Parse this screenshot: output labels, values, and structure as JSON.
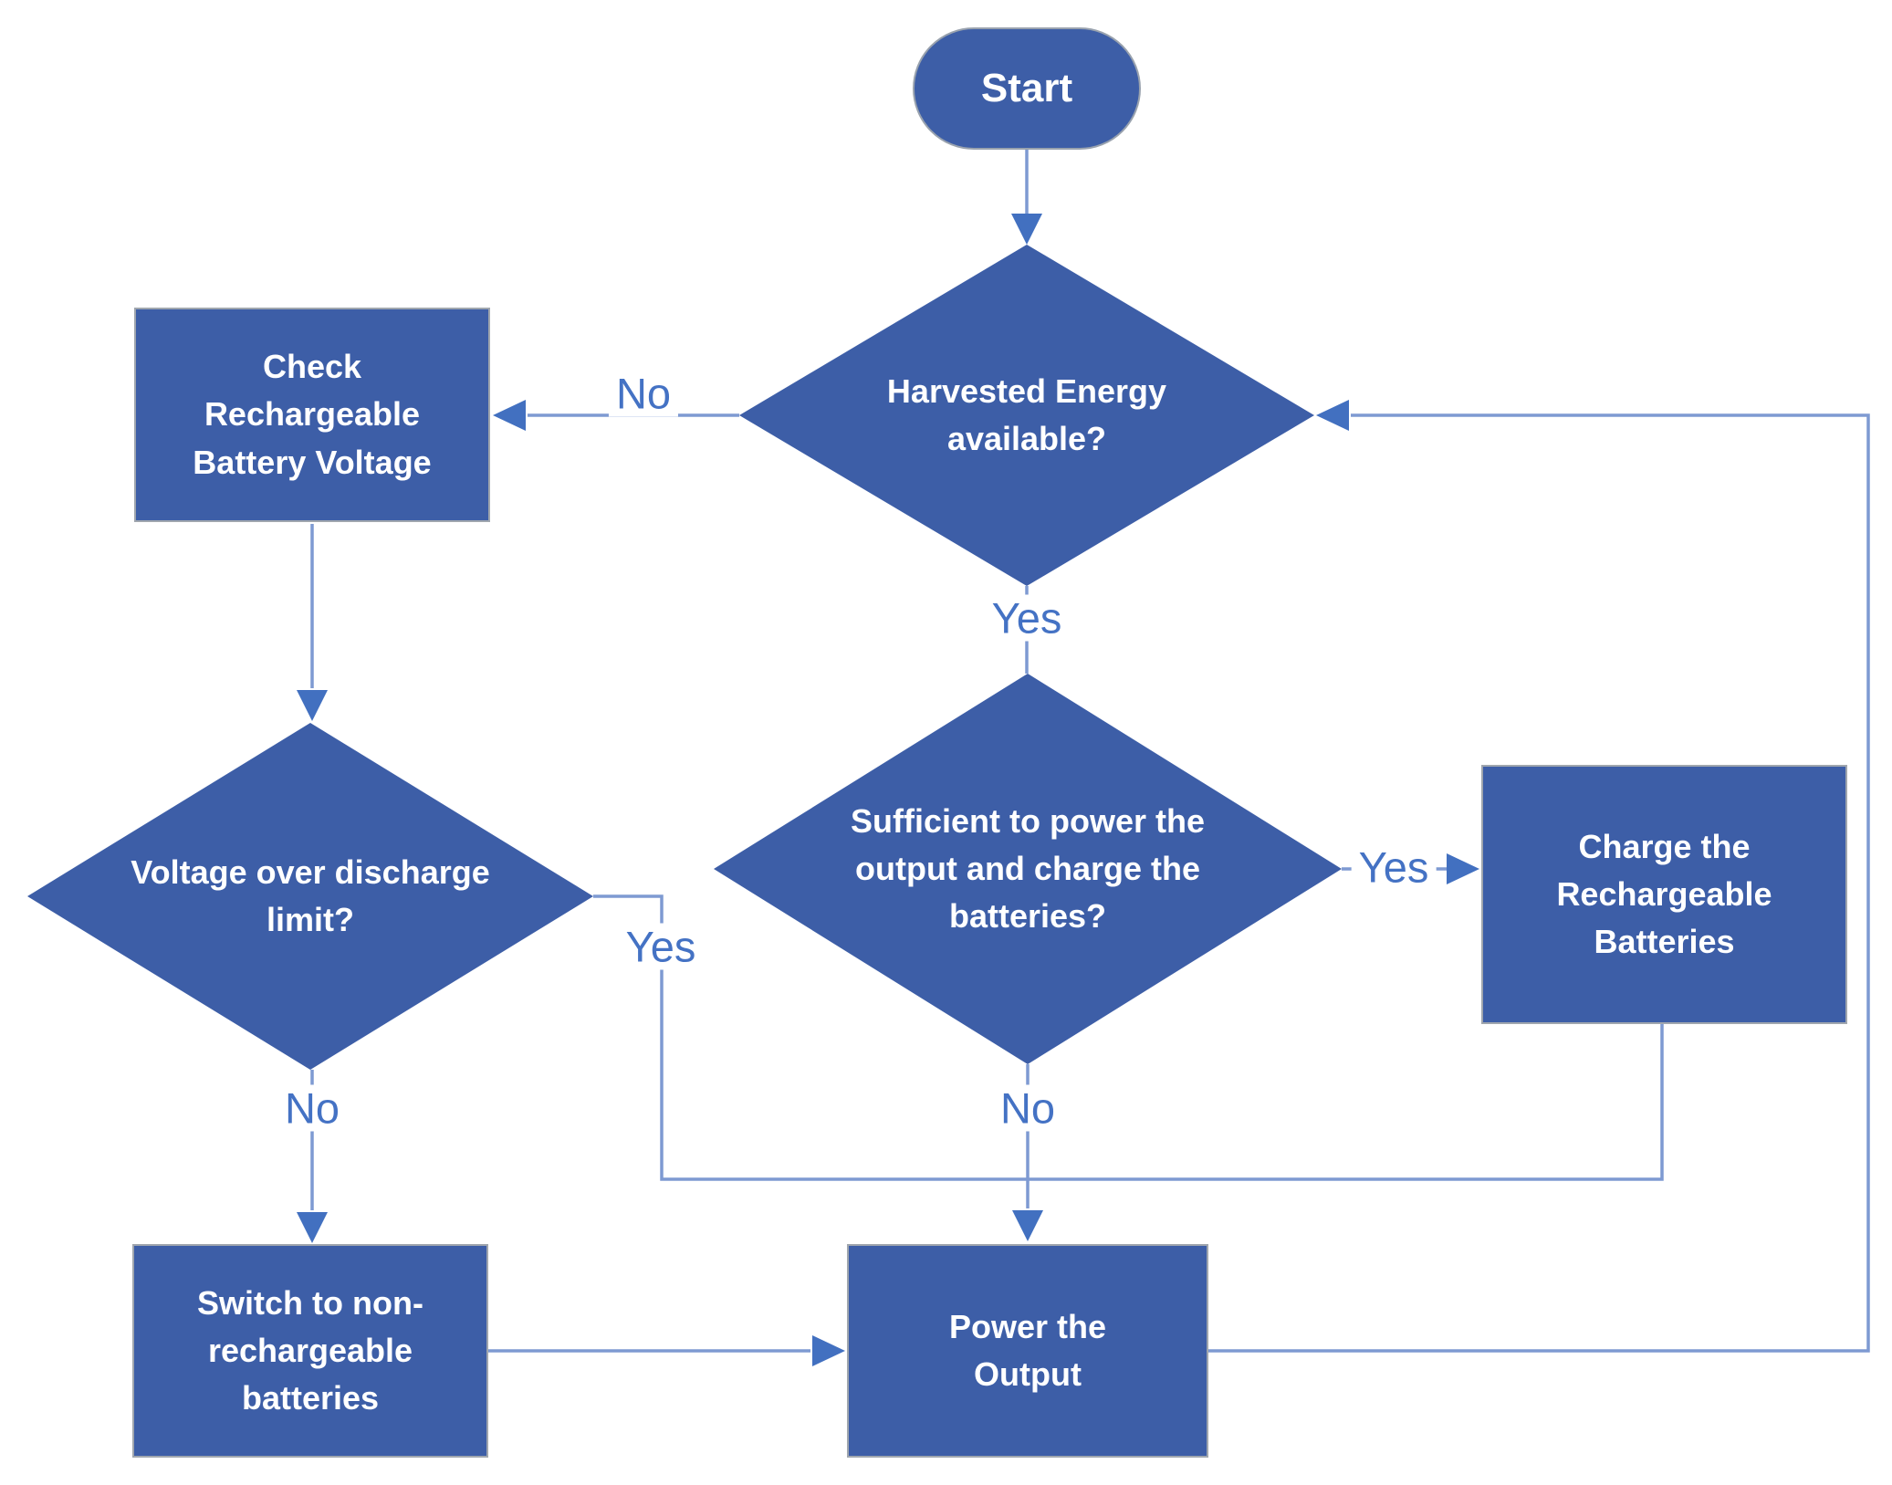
{
  "diagram": {
    "type": "flowchart",
    "colors": {
      "shape_fill": "#3D5EA7",
      "box_border": "#A0A6AE",
      "connector_line": "#7E9AD2",
      "arrowhead": "#4270C0",
      "edge_label_text": "#4472C4",
      "shape_text": "#FFFFFF",
      "background": "#FFFFFF"
    },
    "nodes": {
      "start": {
        "type": "terminator",
        "label": "Start"
      },
      "harvested": {
        "type": "decision",
        "label": "Harvested Energy\navailable?"
      },
      "check_voltage": {
        "type": "process",
        "label": "Check\nRechargeable\nBattery Voltage"
      },
      "sufficient": {
        "type": "decision",
        "label": "Sufficient to power the\noutput and charge the\nbatteries?"
      },
      "charge": {
        "type": "process",
        "label": "Charge the\nRechargeable\nBatteries"
      },
      "voltage_limit": {
        "type": "decision",
        "label": "Voltage over discharge\nlimit?"
      },
      "switch_batteries": {
        "type": "process",
        "label": "Switch to non-\nrechargeable\nbatteries"
      },
      "power_output": {
        "type": "process",
        "label": "Power the\nOutput"
      }
    },
    "edges": [
      {
        "from": "start",
        "to": "harvested",
        "label": ""
      },
      {
        "from": "harvested",
        "to": "check_voltage",
        "label": "No"
      },
      {
        "from": "harvested",
        "to": "sufficient",
        "label": "Yes"
      },
      {
        "from": "sufficient",
        "to": "charge",
        "label": "Yes"
      },
      {
        "from": "sufficient",
        "to": "power_output",
        "label": "No"
      },
      {
        "from": "check_voltage",
        "to": "voltage_limit",
        "label": ""
      },
      {
        "from": "voltage_limit",
        "to": "power_output",
        "label": "Yes"
      },
      {
        "from": "voltage_limit",
        "to": "switch_batteries",
        "label": "No"
      },
      {
        "from": "switch_batteries",
        "to": "power_output",
        "label": ""
      },
      {
        "from": "charge",
        "to": "power_output",
        "label": ""
      },
      {
        "from": "power_output",
        "to": "harvested",
        "label": ""
      }
    ]
  }
}
